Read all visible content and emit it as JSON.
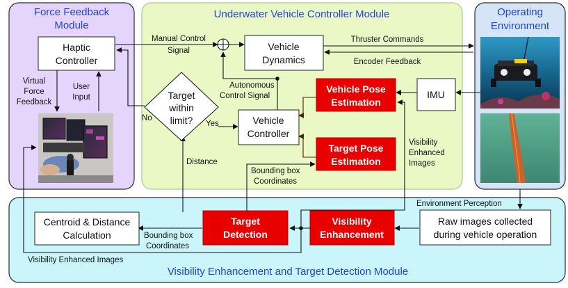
{
  "modules": {
    "force_feedback": [
      "Force Feedback",
      "Module"
    ],
    "controller": "Underwater Vehicle Controller Module",
    "environment": [
      "Operating",
      "Environment"
    ],
    "vision": "Visibility Enhancement and Target Detection Module"
  },
  "blocks": {
    "haptic": [
      "Haptic",
      "Controller"
    ],
    "dynamics": [
      "Vehicle",
      "Dynamics"
    ],
    "decision": [
      "Target",
      "within",
      "limit?"
    ],
    "vehicle_controller": [
      "Vehicle",
      "Controller"
    ],
    "vehicle_pose": [
      "Vehicle Pose",
      "Estimation"
    ],
    "target_pose": [
      "Target Pose",
      "Estimation"
    ],
    "imu": "IMU",
    "centroid": [
      "Centroid & Distance",
      "Calculation"
    ],
    "target_detection": [
      "Target",
      "Detection"
    ],
    "visibility": [
      "Visibility",
      "Enhancement"
    ],
    "raw_images": [
      "Raw images collected",
      "during vehicle operation"
    ]
  },
  "labels": {
    "manual_control": [
      "Manual Control",
      "Signal"
    ],
    "thruster": "Thruster Commands",
    "encoder": "Encoder Feedback",
    "autonomous": [
      "Autonomous",
      "Control Signal"
    ],
    "no": "No",
    "yes": "Yes",
    "virtual_force": [
      "Virtual",
      "Force",
      "Feedback"
    ],
    "user_input": [
      "User",
      "Input"
    ],
    "distance": "Distance",
    "bbox_top": [
      "Bounding box",
      "Coordinates"
    ],
    "bbox_bottom": [
      "Bounding box",
      "Coordinates"
    ],
    "visibility_images_right": [
      "Visibility",
      "Enhanced",
      "Images"
    ],
    "env_perception": "Environment Perception",
    "visibility_images_bottom": "Visibility Enhanced Images"
  },
  "colors": {
    "force_module_fill": "#e5d4fb",
    "controller_module_fill": "#eaf8c6",
    "environment_module_fill": "#d5e5f7",
    "vision_module_fill": "#c9f5fb",
    "title_blue": "#1f45d6",
    "red_block": "#e80000"
  }
}
